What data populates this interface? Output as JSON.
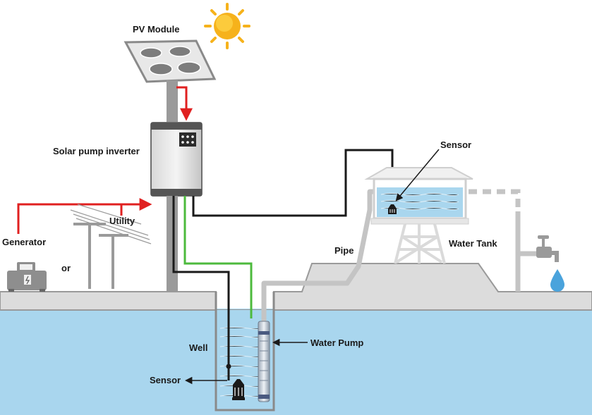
{
  "labels": {
    "pv_module": "PV Module",
    "solar_pump_inverter": "Solar pump inverter",
    "generator": "Generator",
    "or": "or",
    "utility": "Utility",
    "sensor_tank": "Sensor",
    "water_tank": "Water Tank",
    "pipe": "Pipe",
    "well": "Well",
    "water_pump": "Water Pump",
    "sensor_well": "Sensor"
  },
  "colors": {
    "power_line": "#e02020",
    "signal_cable": "#1a1a1a",
    "pump_cable": "#4cba3c",
    "water": "#a9d6ee",
    "ground": "#dcdcdc",
    "sun": "#f6b21b"
  },
  "icons": [
    "sun-icon",
    "solar-panel-icon",
    "inverter-icon",
    "generator-icon",
    "utility-pole-icon",
    "water-tank-icon",
    "faucet-icon",
    "water-drop-icon",
    "water-pump-icon",
    "sensor-icon"
  ]
}
